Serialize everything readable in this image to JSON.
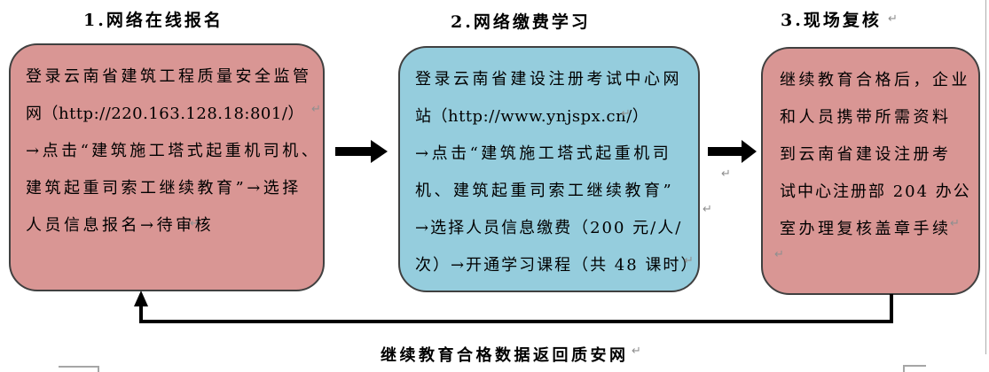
{
  "colors": {
    "step_pink": "#d99694",
    "step_blue": "#95cddd",
    "box_border": "#404040",
    "arrow_black": "#000000",
    "mark_gray": "#8f8f8f"
  },
  "diagram": {
    "steps": [
      {
        "title": "1.网络在线报名",
        "fill": "#d99694",
        "lines": [
          "登录云南省建筑工程质量安全监管",
          "网（http://220.163.128.18:801/）",
          "→点击“建筑施工塔式起重机司机、",
          "建筑起重司索工继续教育”→选择",
          "人员信息报名→待审核"
        ]
      },
      {
        "title": "2.网络缴费学习",
        "fill": "#95cddd",
        "lines": [
          "登录云南省建设注册考试中心网",
          "站（http://www.ynjspx.cn/）",
          "→点击“建筑施工塔式起重机司",
          "机、建筑起重司索工继续教育”",
          "→选择人员信息缴费（200 元/人/",
          "次）→开通学习课程（共 48 课时）"
        ]
      },
      {
        "title": "3.现场复核",
        "fill": "#d99694",
        "lines": [
          "继续教育合格后，企业",
          "和人员携带所需资料",
          "到云南省建设注册考",
          "试中心注册部 204 办公",
          "室办理复核盖章手续"
        ]
      }
    ],
    "return_label": "继续教育合格数据返回质安网",
    "paragraph_mark": "↵"
  }
}
